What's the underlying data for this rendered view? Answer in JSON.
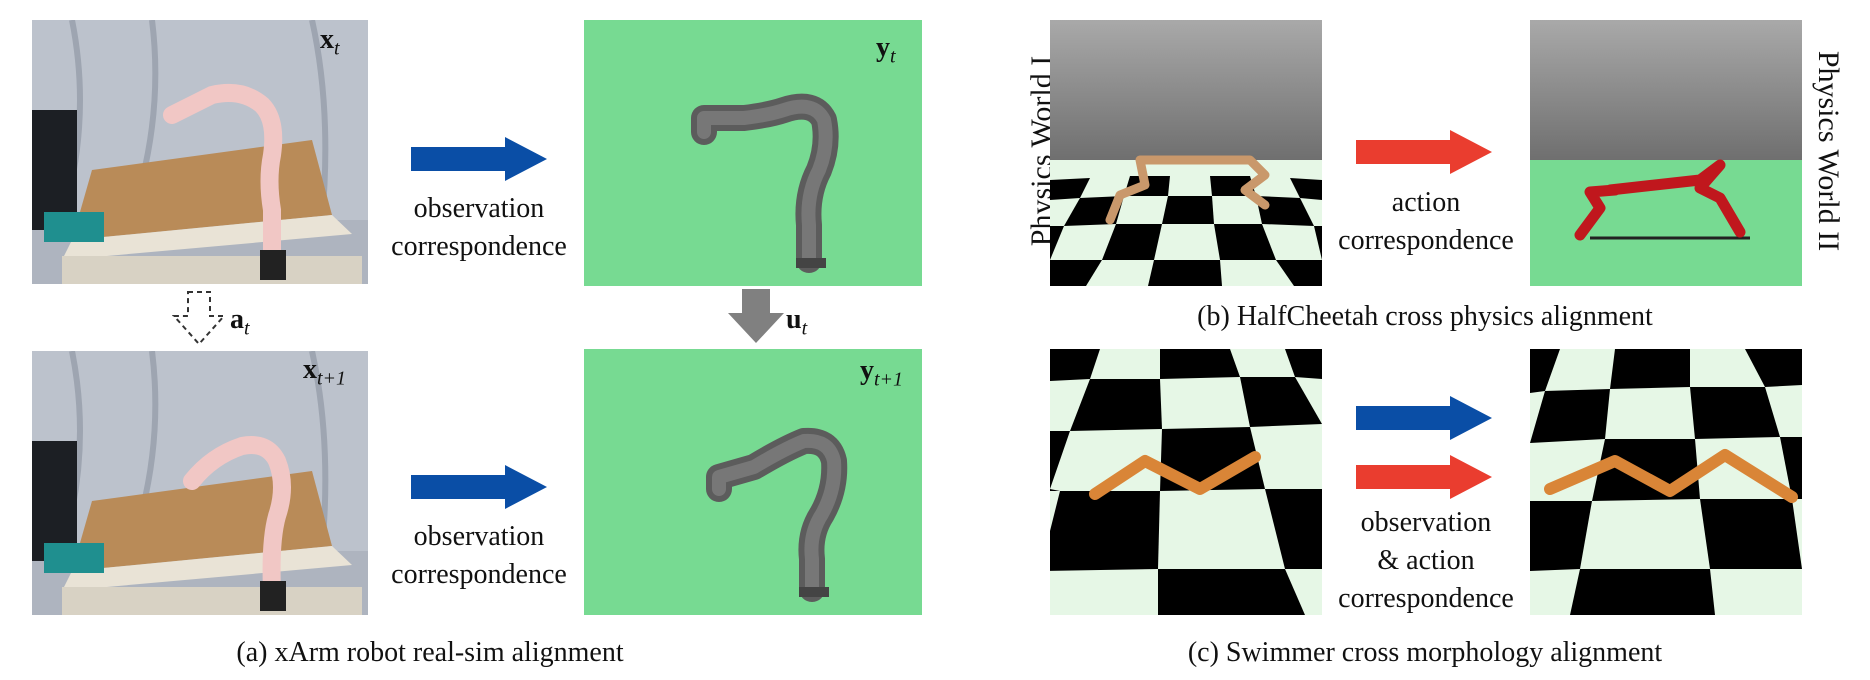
{
  "panel_a": {
    "caption": "(a) xArm robot real-sim alignment",
    "labels": {
      "x_t": "x",
      "x_t_sub": "t",
      "y_t": "y",
      "y_t_sub": "t",
      "x_t1": "x",
      "x_t1_sub": "t+1",
      "y_t1": "y",
      "y_t1_sub": "t+1",
      "a_t": "a",
      "a_t_sub": "t",
      "u_t": "u",
      "u_t_sub": "t"
    },
    "arrow_text_top": [
      "observation",
      "correspondence"
    ],
    "arrow_text_bottom": [
      "observation",
      "correspondence"
    ]
  },
  "panel_b": {
    "caption": "(b) HalfCheetah cross physics alignment",
    "left_world": "Physics World I",
    "right_world": "Physics World II",
    "arrow_text": [
      "action",
      "correspondence"
    ]
  },
  "panel_c": {
    "caption": "(c) Swimmer cross morphology alignment",
    "arrow_text": [
      "observation",
      "& action",
      "correspondence"
    ]
  },
  "colors": {
    "blue_arrow": "#0a4ea6",
    "red_arrow": "#ea3d2f",
    "gray_arrow": "#808080",
    "sim_green": "#77da92"
  }
}
